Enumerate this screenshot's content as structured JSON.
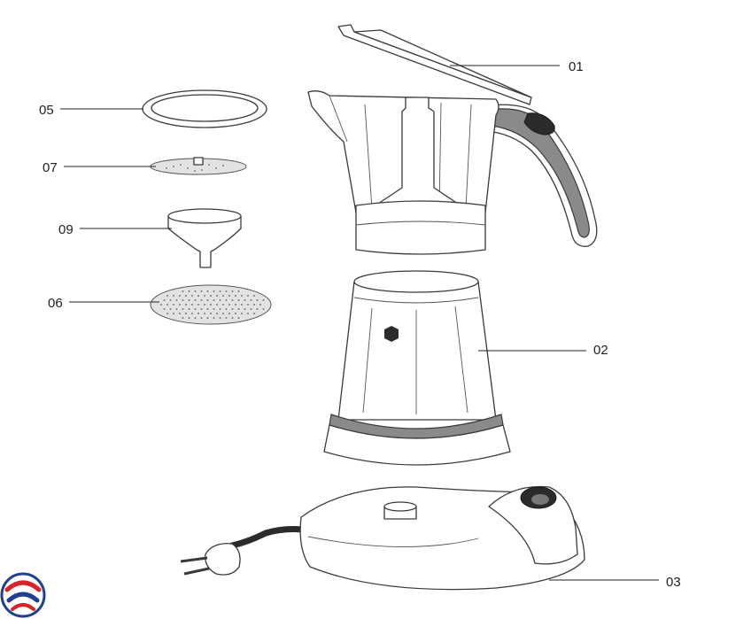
{
  "callouts": {
    "lid": "01",
    "boiler": "02",
    "base": "03",
    "gasket": "05",
    "filter_plate": "06",
    "filter_disc": "07",
    "funnel": "09"
  },
  "colors": {
    "outline": "#3a3a3a",
    "handle_grey": "#8a8a8a",
    "cord": "#2b2b2b",
    "logo_blue": "#1f3f8f",
    "logo_red": "#d8232a"
  },
  "icons": {
    "logo": "brand-swirl-logo"
  }
}
